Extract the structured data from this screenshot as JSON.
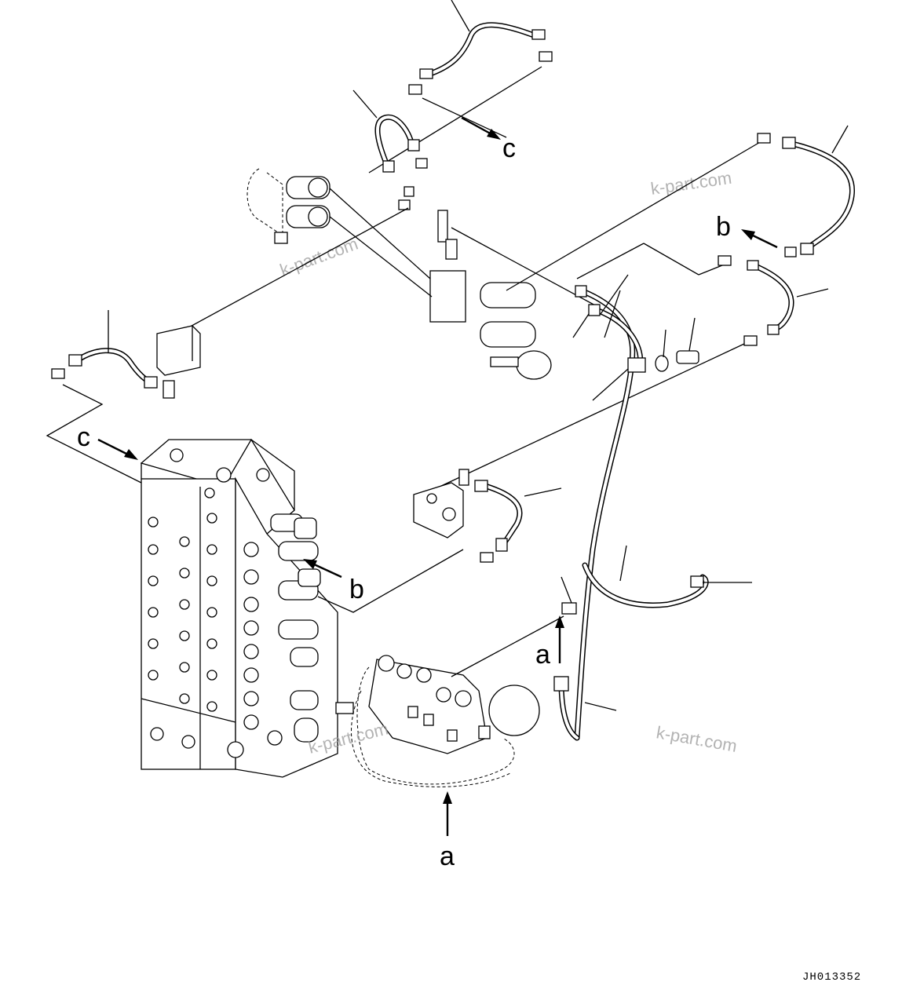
{
  "callouts": {
    "c_top": "c",
    "c_left": "c",
    "b_right": "b",
    "b_valve": "b",
    "a_hose": "a",
    "a_bottom": "a"
  },
  "watermarks": [
    "k-part.com",
    "k-part.com",
    "k-part.com",
    "k-part.com"
  ],
  "drawing_code": "JH013352"
}
